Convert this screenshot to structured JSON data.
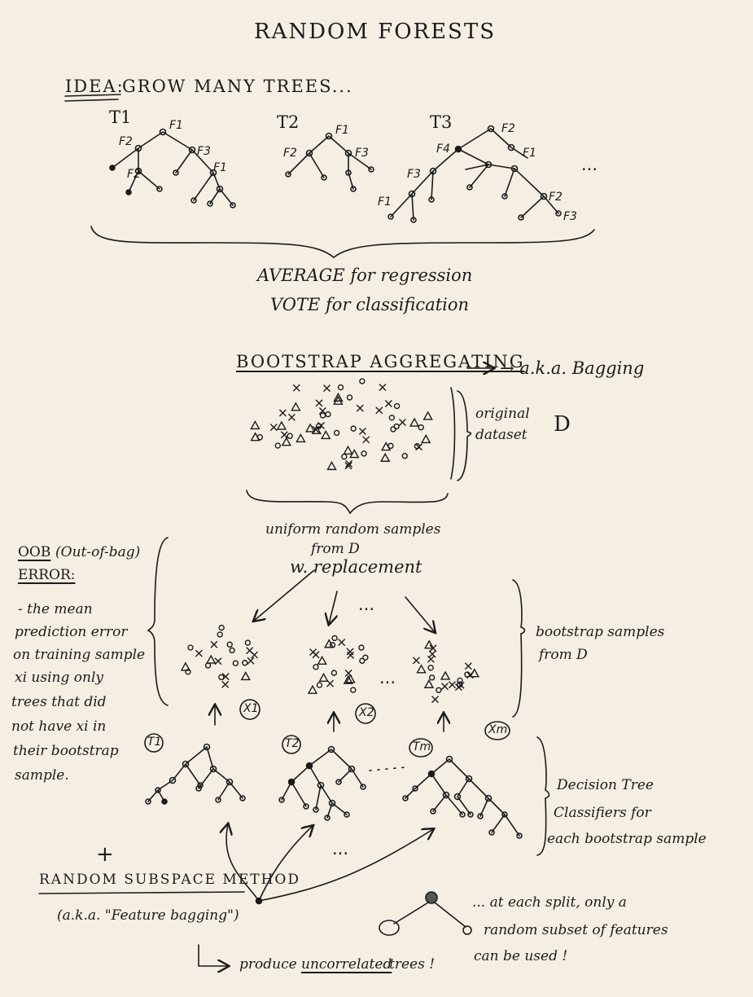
{
  "title": "RANDOM FORESTS",
  "idea": {
    "label": "IDEA:",
    "text": "GROW MANY TREES..."
  },
  "trees_top": {
    "t1": {
      "label": "T1",
      "nodes": [
        "F1",
        "F2",
        "F3",
        "F1",
        "F2"
      ]
    },
    "t2": {
      "label": "T2",
      "nodes": [
        "F1",
        "F2",
        "F3"
      ]
    },
    "t3": {
      "label": "T3",
      "nodes": [
        "F2",
        "F4",
        "F1",
        "F3",
        "F1",
        "F2",
        "F3"
      ]
    },
    "more": "..."
  },
  "aggregate": {
    "line1": "AVERAGE for regression",
    "line2": "VOTE for classification"
  },
  "bagging": {
    "title": "BOOTSTRAP AGGREGATING",
    "aka": "→ a.k.a. Bagging",
    "dataset_label_1": "original",
    "dataset_label_2": "dataset",
    "dataset_symbol": "D"
  },
  "sampling": {
    "line1": "uniform random samples",
    "line2": "from D",
    "line3": "w. replacement",
    "dots": "..."
  },
  "bootstrap": {
    "label_1": "bootstrap samples",
    "label_2": "from D",
    "x1": "X1",
    "x2": "X2",
    "xm": "Xm",
    "dots": "..."
  },
  "oob": {
    "title": "OOB",
    "paren": "(Out-of-bag)",
    "error": "ERROR:",
    "lines": [
      "- the mean",
      "prediction error",
      "on training sample",
      "xi using only",
      "trees that did",
      "not have xi in",
      "their bootstrap",
      "sample."
    ]
  },
  "classifiers": {
    "t1": "T1",
    "t2": "T2",
    "tm": "Tm",
    "dots": "...",
    "label_1": "Decision Tree",
    "label_2": "Classifiers for",
    "label_3": "each bootstrap sample"
  },
  "subspace": {
    "plus": "+",
    "title": "RANDOM SUBSPACE METHOD",
    "aka": "(a.k.a. \"Feature bagging\")",
    "dots": "...",
    "note_1": "... at each split, only a",
    "note_2": "random subset of features",
    "note_3": "can be used !",
    "arrow_label": "produce",
    "uncorrelated": "uncorrelated",
    "trees": "trees !"
  }
}
